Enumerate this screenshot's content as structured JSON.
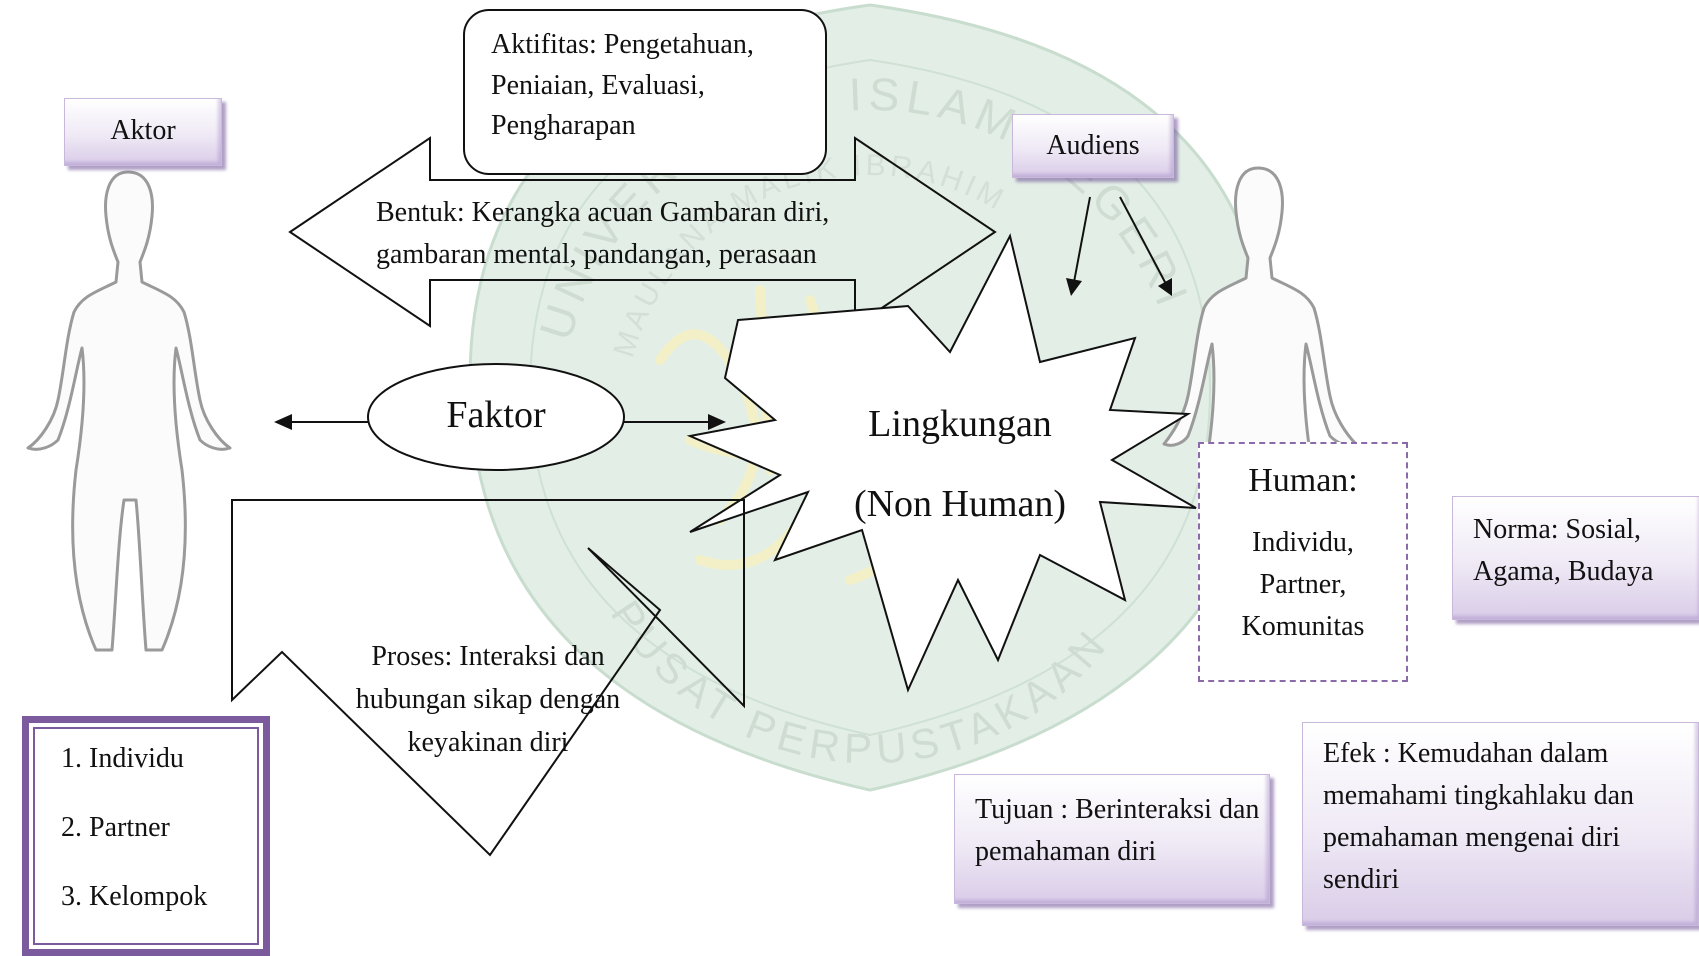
{
  "aktor": {
    "label": "Aktor",
    "list": [
      "1. Individu",
      "2. Partner",
      "3. Kelompok"
    ]
  },
  "audiens": {
    "label": "Audiens"
  },
  "aktifitas": {
    "text": "Aktifitas: Pengetahuan, Peniaian, Evaluasi, Pengharapan"
  },
  "bentuk": {
    "line1": "Bentuk: Kerangka acuan Gambaran diri,",
    "line2": "gambaran mental, pandangan, perasaan"
  },
  "faktor": {
    "label": "Faktor"
  },
  "lingkungan": {
    "line1": "Lingkungan",
    "line2": "(Non Human)"
  },
  "human": {
    "title": "Human:",
    "items": "Individu, Partner, Komunitas"
  },
  "proses": {
    "text": "Proses: Interaksi dan hubungan sikap dengan keyakinan diri"
  },
  "norma": {
    "text": "Norma: Sosial, Agama, Budaya"
  },
  "tujuan": {
    "text": "Tujuan : Berinteraksi dan pemahaman diri"
  },
  "efek": {
    "text": "Efek : Kemudahan dalam memahami tingkahlaku dan pemahaman mengenai diri sendiri"
  },
  "watermark": {
    "outer": "UNIVERSITAS ISLAM NEGERI",
    "inner": "MAULANA MALIK IBRAHIM",
    "bottom": "PUSAT PERPUSTAKAAN",
    "color": "#d8e8dc"
  }
}
